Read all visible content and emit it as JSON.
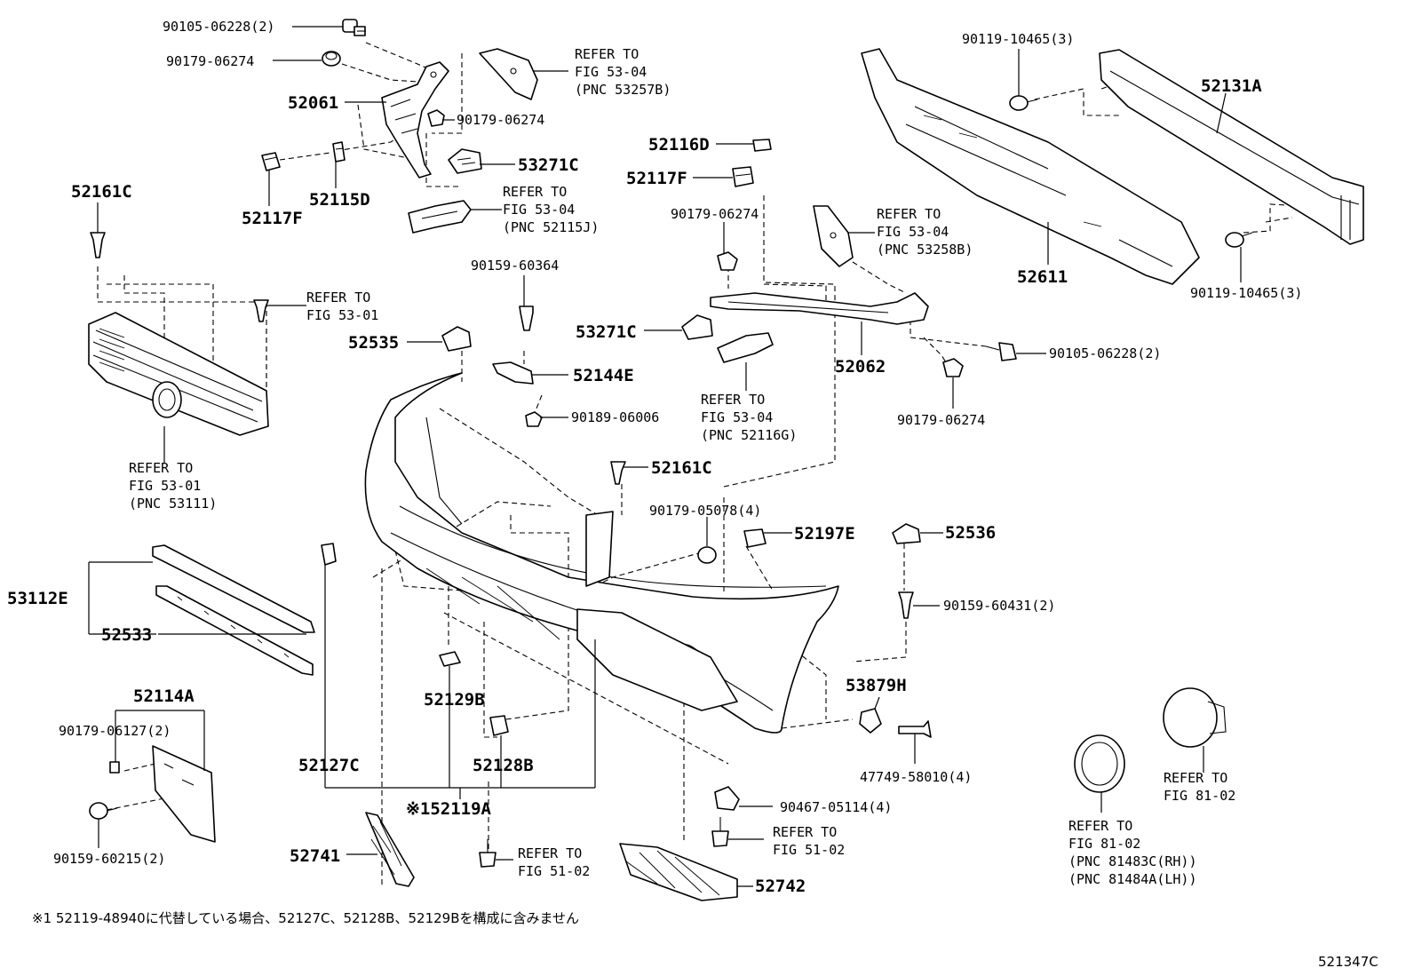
{
  "labels": {
    "p_90105_06228_top": "90105-06228(2)",
    "p_90179_06274_a": "90179-06274",
    "p_52061": "52061",
    "p_90179_06274_b": "90179-06274",
    "p_53271c_top": "53271C",
    "p_52117f_left": "52117F",
    "p_52115d": "52115D",
    "p_52161c_left": "52161C",
    "p_90159_60364": "90159-60364",
    "p_52535": "52535",
    "p_52144e": "52144E",
    "p_90189_06006": "90189-06006",
    "p_52161c_mid": "52161C",
    "p_90179_05078": "90179-05078(4)",
    "p_52197e": "52197E",
    "p_52536": "52536",
    "p_90159_60431": "90159-60431(2)",
    "p_52116d": "52116D",
    "p_52117f_right": "52117F",
    "p_90179_06274_c": "90179-06274",
    "p_53271c_mid": "53271C",
    "p_52062": "52062",
    "p_90105_06228_right": "90105-06228(2)",
    "p_90179_06274_d": "90179-06274",
    "p_90119_10465_top": "90119-10465(3)",
    "p_52131a": "52131A",
    "p_52611": "52611",
    "p_90119_10465_bot": "90119-10465(3)",
    "p_53112e": "53112E",
    "p_52533": "52533",
    "p_52114a": "52114A",
    "p_90179_06127": "90179-06127(2)",
    "p_90159_60215": "90159-60215(2)",
    "p_52129b": "52129B",
    "p_52127c": "52127C",
    "p_52128b": "52128B",
    "p_52119a": "※152119A",
    "p_52741": "52741",
    "p_52742": "52742",
    "p_90467_05114": "90467-05114(4)",
    "p_53879h": "53879H",
    "p_47749_58010": "47749-58010(4)"
  },
  "refs": {
    "r1": [
      "REFER TO",
      "FIG  53-04",
      "(PNC 53257B)"
    ],
    "r2": [
      "REFER TO",
      "FIG  53-04",
      "(PNC 52115J)"
    ],
    "r3": [
      "REFER TO",
      "FIG  53-01"
    ],
    "r4": [
      "REFER TO",
      "FIG  53-01",
      "(PNC 53111)"
    ],
    "r5": [
      "REFER TO",
      "FIG  53-04",
      "(PNC 52116G)"
    ],
    "r6": [
      "REFER TO",
      "FIG  53-04",
      "(PNC 53258B)"
    ],
    "r7": [
      "REFER TO",
      "FIG  51-02"
    ],
    "r8": [
      "REFER TO",
      "FIG  51-02"
    ],
    "r9": [
      "REFER TO",
      "FIG  81-02"
    ],
    "r10": [
      "REFER TO",
      "FIG  81-02",
      "(PNC 81483C(RH))",
      "(PNC 81484A(LH))"
    ]
  },
  "footnote": "※1 52119-48940に代替している場合、52127C、52128B、52129Bを構成に含みません",
  "figure_id": "521347C"
}
